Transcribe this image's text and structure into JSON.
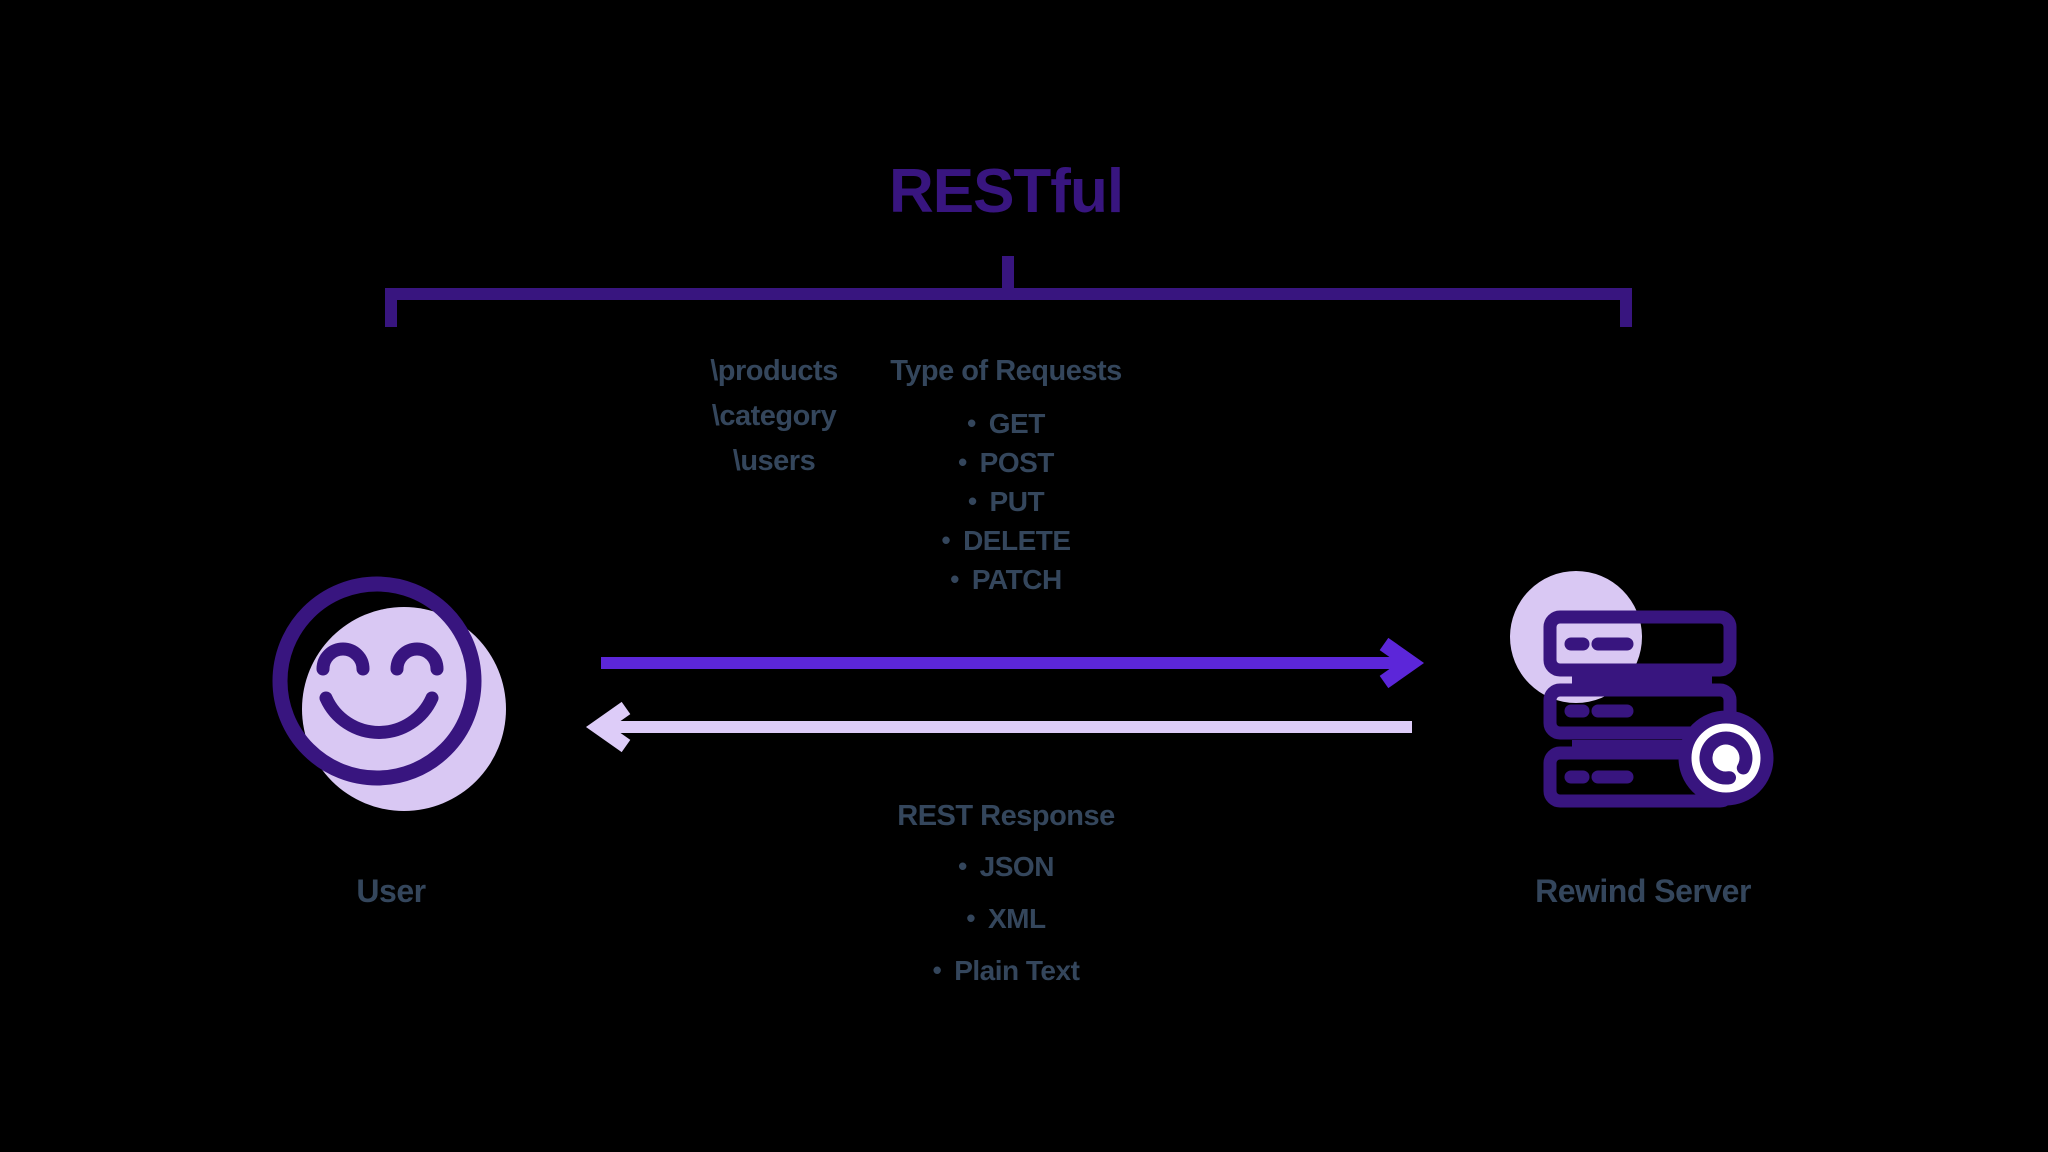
{
  "title": "RESTful",
  "ui": {
    "bullet": "•"
  },
  "request": {
    "routes": [
      "\\products",
      "\\category",
      "\\users"
    ],
    "heading": "Type of Requests",
    "methods": [
      "GET",
      "POST",
      "PUT",
      "DELETE",
      "PATCH"
    ]
  },
  "response": {
    "heading": "REST Response",
    "formats": [
      "JSON",
      "XML",
      "Plain Text"
    ]
  },
  "nodes": {
    "user_label": "User",
    "server_label": "Rewind Server"
  },
  "colors": {
    "background": "#000000",
    "deep_purple": "#38157f",
    "request_arrow": "#5c26d9",
    "response_arrow": "#ddccf8",
    "lavender_fill": "#d9c8f3",
    "badge_fill": "#ffffff",
    "text_slate": "#34465c"
  }
}
